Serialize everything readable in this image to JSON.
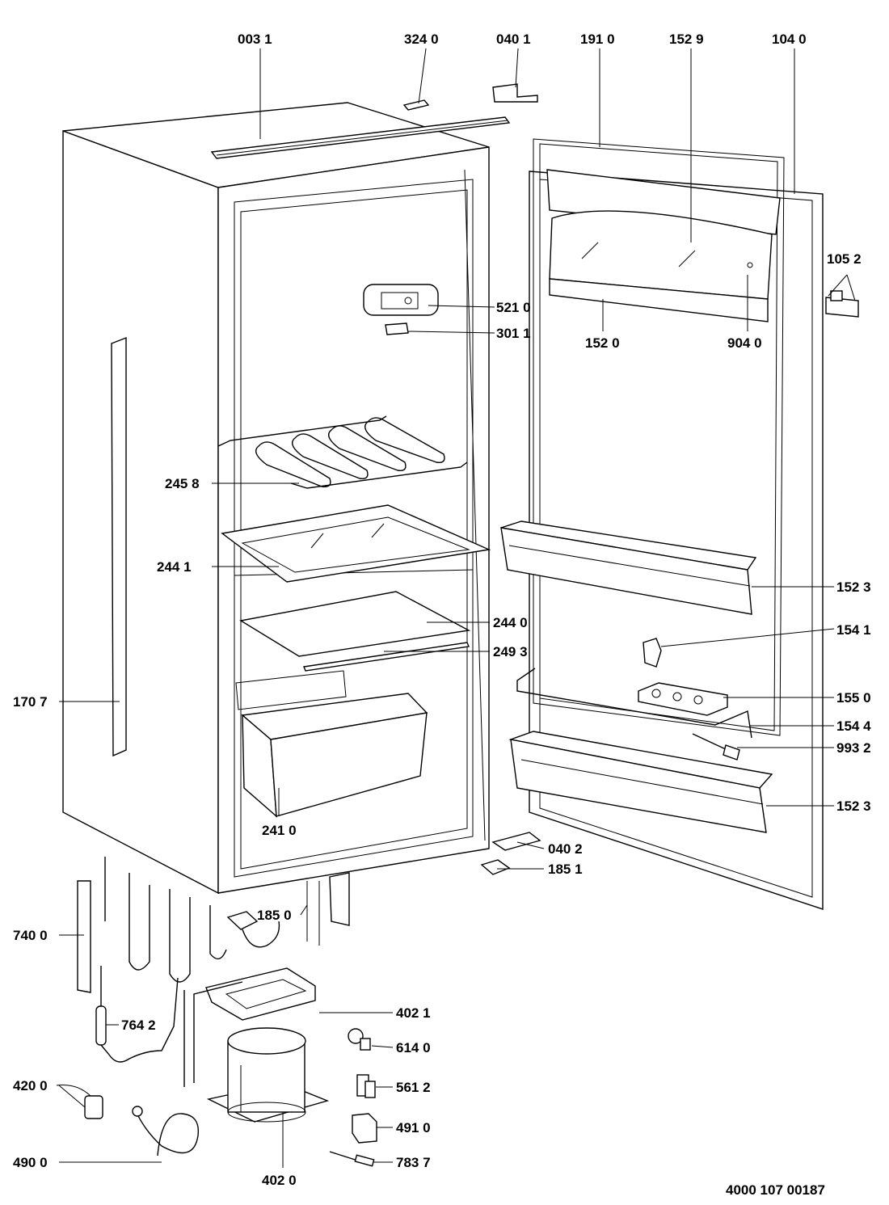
{
  "diagram": {
    "parts": {
      "p0031": "003 1",
      "p3240": "324 0",
      "p0401": "040 1",
      "p1910": "191 0",
      "p1529": "152 9",
      "p1040": "104 0",
      "p1052": "105 2",
      "p5210": "521 0",
      "p3011": "301 1",
      "p1520": "152 0",
      "p9040": "904 0",
      "p2458": "245 8",
      "p2441": "244 1",
      "p1523a": "152 3",
      "p2440": "244 0",
      "p2493": "249 3",
      "p1541": "154 1",
      "p1707": "170 7",
      "p1550": "155 0",
      "p1544": "154 4",
      "p9932": "993 2",
      "p1523b": "152 3",
      "p2410": "241 0",
      "p0402": "040 2",
      "p1851": "185 1",
      "p1850": "185 0",
      "p7400": "740 0",
      "p4021": "402 1",
      "p7642": "764 2",
      "p6140": "614 0",
      "p4200": "420 0",
      "p5612": "561 2",
      "p4910": "491 0",
      "p4900": "490 0",
      "p7837": "783 7",
      "p4020": "402 0"
    },
    "drawing_number": "4000 107 00187"
  }
}
